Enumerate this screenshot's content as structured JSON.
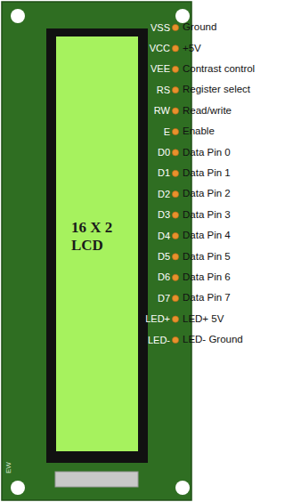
{
  "diagram": {
    "nodes": [
      {
        "text": [
          "16 X 2 LCD"
        ]
      }
    ],
    "labels": [
      "VSS",
      "Ground",
      "VCC",
      "+5V",
      "VEE",
      "Contrast control",
      "RS",
      "Register select",
      "RW",
      "Read/write",
      "E",
      "Enable",
      "D0",
      "Data Pin 0",
      "D1",
      "Data Pin 1",
      "D2",
      "Data Pin 2",
      "D3",
      "Data Pin 3",
      "D4",
      "Data Pin 4",
      "D5",
      "Data Pin 5",
      "D6",
      "Data Pin 6",
      "D7",
      "Data Pin 7",
      "LED+",
      "LED+ 5V",
      "LED-",
      "LED- Ground",
      "EW"
    ]
  }
}
